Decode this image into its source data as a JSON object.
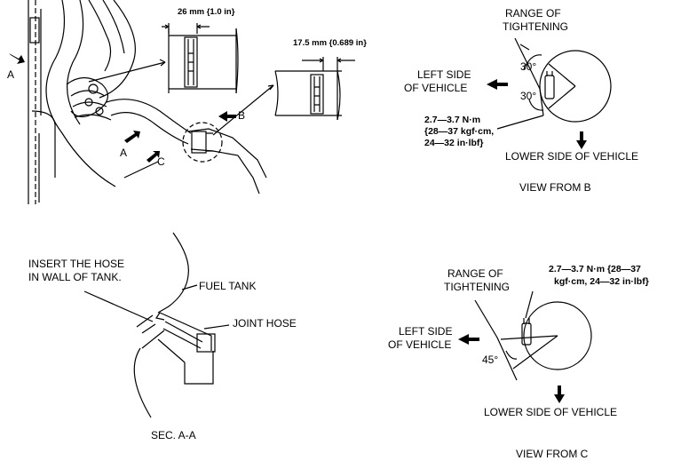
{
  "top_left": {
    "dim_26": "26 mm {1.0 in}",
    "dim_17": "17.5 mm {0.689 in}",
    "mark_a_upper": "A",
    "mark_a_lower": "A",
    "mark_b": "B",
    "mark_c": "C"
  },
  "view_b": {
    "range_line1": "RANGE OF",
    "range_line2": "TIGHTENING",
    "angle_upper": "30°",
    "angle_lower": "30°",
    "left_line1": "LEFT SIDE",
    "left_line2": "OF VEHICLE",
    "torque_line1": "2.7—3.7 N·m",
    "torque_line2": "{28—37 kgf·cm,",
    "torque_line3": "24—32 in·lbf}",
    "lower_side": "LOWER SIDE OF VEHICLE",
    "caption": "VIEW FROM B"
  },
  "sec_aa": {
    "insert_line1": "INSERT THE HOSE",
    "insert_line2": "IN WALL OF TANK.",
    "fuel_tank": "FUEL TANK",
    "joint_hose": "JOINT HOSE",
    "caption": "SEC. A-A"
  },
  "view_c": {
    "range_line1": "RANGE OF",
    "range_line2": "TIGHTENING",
    "torque_line1": "2.7—3.7 N·m {28—37",
    "torque_line2": "kgf·cm, 24—32 in·lbf}",
    "angle": "45°",
    "left_line1": "LEFT SIDE",
    "left_line2": "OF VEHICLE",
    "lower_side": "LOWER SIDE OF VEHICLE",
    "caption": "VIEW FROM C"
  }
}
